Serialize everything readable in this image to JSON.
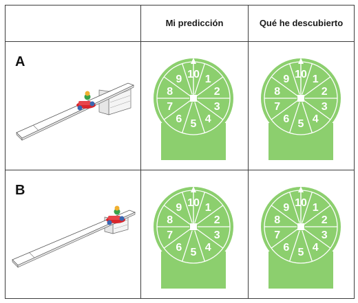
{
  "table": {
    "headers": [
      "",
      "Mi predicción",
      "Qué he descubierto"
    ],
    "rows": [
      {
        "label": "A"
      },
      {
        "label": "B"
      }
    ]
  },
  "spinner": {
    "numbers": [
      "10",
      "1",
      "2",
      "3",
      "4",
      "5",
      "6",
      "7",
      "8",
      "9"
    ],
    "color": "#8ccf6e",
    "line_color": "#ffffff"
  },
  "car": {
    "body_color": "#d8262b",
    "wheel_color": "#3a66b0",
    "driver_color": "#3aa24a"
  }
}
